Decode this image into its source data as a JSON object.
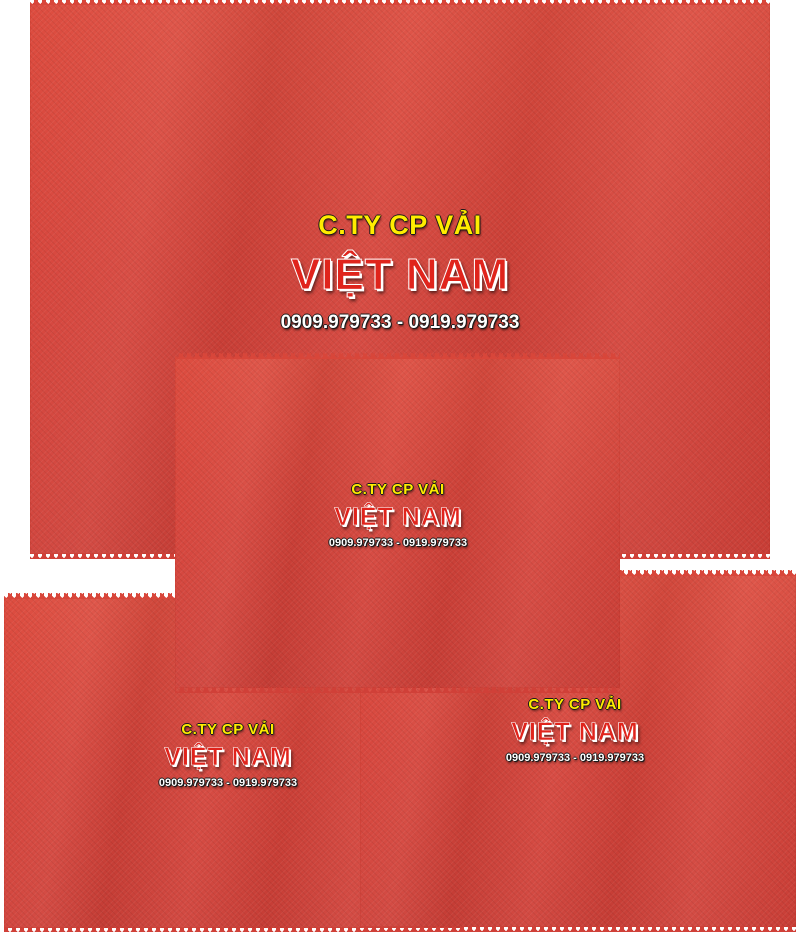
{
  "colors": {
    "fabric": "#d8463a",
    "company_text": "#ffec00",
    "brand_text": "#e0241c",
    "phone_text": "#ffffff",
    "background": "#ffffff"
  },
  "swatches": [
    {
      "company": "C.TY CP VẢI",
      "brand": "VIỆT NAM",
      "phone": "0909.979733 - 0919.979733"
    },
    {
      "company": "C.TY CP VẢI",
      "brand": "VIỆT NAM",
      "phone": "0909.979733 - 0919.979733"
    },
    {
      "company": "C.TY CP VẢI",
      "brand": "VIỆT NAM",
      "phone": "0909.979733 - 0919.979733"
    },
    {
      "company": "C.TY CP VẢI",
      "brand": "VIỆT NAM",
      "phone": "0909.979733 - 0919.979733"
    }
  ]
}
